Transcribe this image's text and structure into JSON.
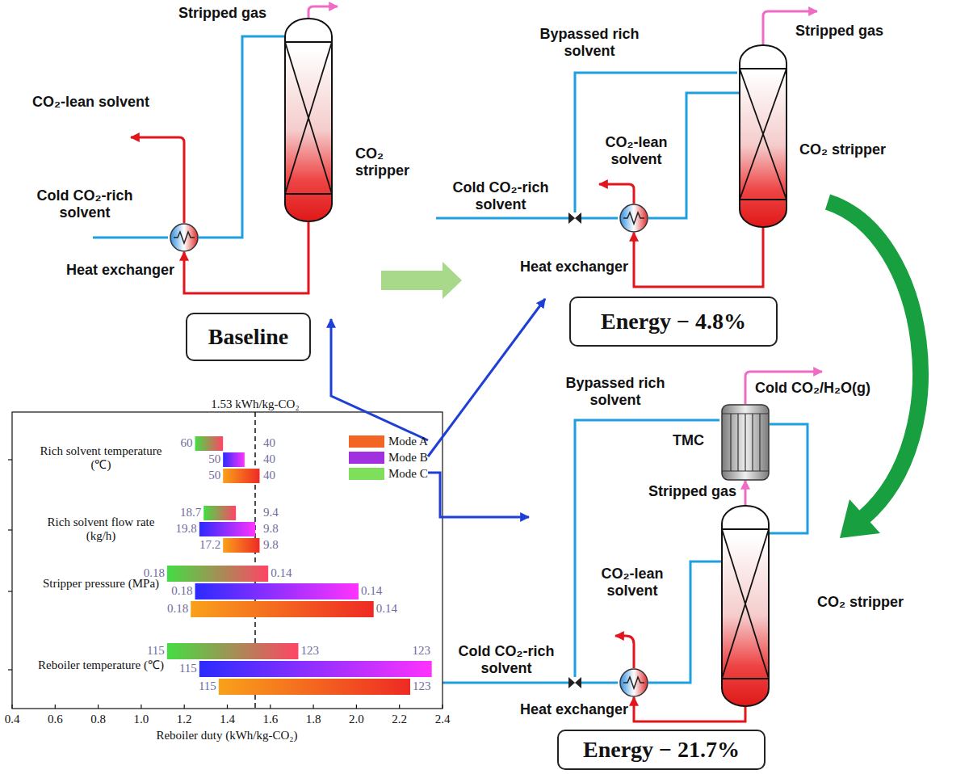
{
  "diagram": {
    "nodes": [
      {
        "text": [
          "Heat exchanger"
        ]
      },
      {
        "text": [
          "CO₂ stripper"
        ]
      },
      {
        "text": [
          "Baseline"
        ]
      },
      {
        "text": [
          "Heat exchanger"
        ]
      },
      {
        "text": [
          "CO₂ stripper"
        ]
      },
      {
        "text": [
          "Energy − 4.8%"
        ]
      },
      {
        "text": [
          "Heat exchanger"
        ]
      },
      {
        "text": [
          "TMC"
        ]
      },
      {
        "text": [
          "CO₂ stripper"
        ]
      },
      {
        "text": [
          "Energy − 21.7%"
        ]
      }
    ],
    "edges": [
      {
        "from": 0,
        "to": 1,
        "arrow": "none"
      },
      {
        "from": 1,
        "to": 0,
        "arrow": "to"
      },
      {
        "from": 3,
        "to": 4,
        "arrow": "none"
      },
      {
        "from": 4,
        "to": 3,
        "arrow": "to"
      },
      {
        "from": 6,
        "to": 8,
        "arrow": "none"
      },
      {
        "from": 8,
        "to": 6,
        "arrow": "to"
      },
      {
        "from": 8,
        "to": 7,
        "label": "Stripped gas",
        "arrow": "to"
      },
      {
        "from": 7,
        "to": 8,
        "arrow": "none"
      }
    ],
    "labels": [
      "Stripped gas",
      "CO₂-lean solvent",
      "Cold CO₂-rich solvent",
      "Stripped gas",
      "Bypassed rich solvent",
      "CO₂-lean solvent",
      "Cold CO₂-rich solvent",
      "Bypassed rich solvent",
      "Cold CO₂/H₂O(g)",
      "CO₂-lean solvent",
      "Cold CO₂-rich solvent",
      "1.53 kWh/kg-CO₂",
      "Rich solvent temperature (℃)",
      "Rich solvent flow rate (kg/h)",
      "Stripper pressure (MPa)",
      "Reboiler temperature (℃)",
      "60",
      "40",
      "50",
      "40",
      "50",
      "40",
      "18.7",
      "9.4",
      "19.8",
      "9.8",
      "17.2",
      "9.8",
      "0.18",
      "0.14",
      "0.18",
      "0.14",
      "0.18",
      "0.14",
      "115",
      "123",
      "115",
      "123",
      "115",
      "123",
      "0.4",
      "0.6",
      "0.8",
      "1.0",
      "1.2",
      "1.4",
      "1.6",
      "1.8",
      "2.0",
      "2.2",
      "2.4",
      "Reboiler duty (kWh/kg-CO₂)"
    ],
    "legend": [
      {
        "text": "Mode A",
        "color": "#f26522"
      },
      {
        "text": "Mode B",
        "color": "#a030e0"
      },
      {
        "text": "Mode C",
        "color": "#7ee05a"
      }
    ]
  }
}
